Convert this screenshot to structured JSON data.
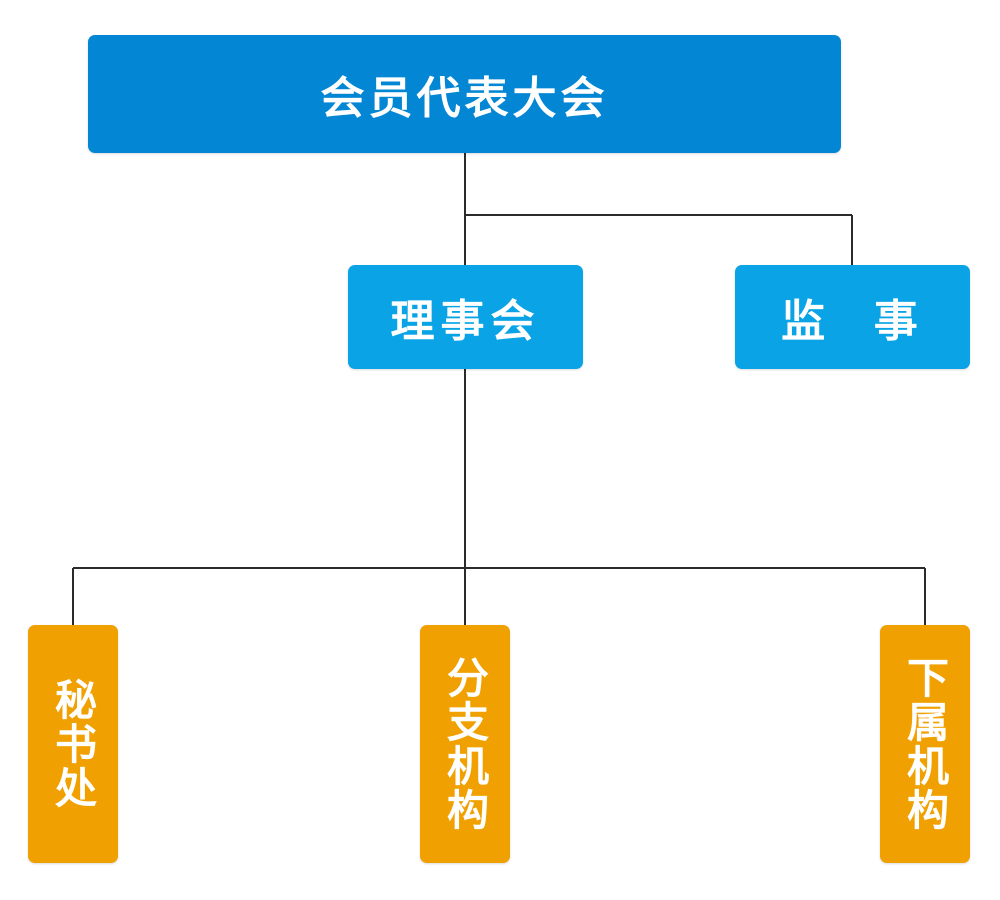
{
  "org_chart": {
    "top": {
      "label": "会员代表大会"
    },
    "level2": [
      {
        "key": "council",
        "label": "理事会"
      },
      {
        "key": "supervisor",
        "label": "监  事"
      }
    ],
    "level3": [
      {
        "key": "secretariat",
        "label": "秘书处"
      },
      {
        "key": "branch",
        "label": "分支机构"
      },
      {
        "key": "subsidiary",
        "label": "下属机构"
      }
    ]
  },
  "colors": {
    "top_box": "#0387d4",
    "level2_box": "#0aa3e6",
    "level3_box": "#f0a000",
    "connector": "#2b2b2b",
    "text": "#ffffff"
  }
}
